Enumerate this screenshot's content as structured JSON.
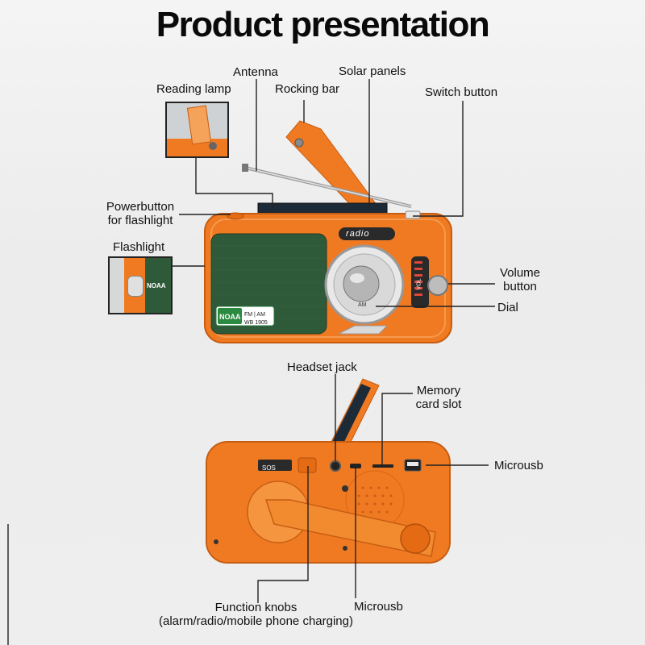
{
  "title": "Product presentation",
  "labels": {
    "antenna": "Antenna",
    "solar_panels": "Solar panels",
    "reading_lamp": "Reading lamp",
    "rocking_bar": "Rocking bar",
    "switch_button": "Switch button",
    "powerbutton_line1": "Powerbutton",
    "powerbutton_line2": "for flashlight",
    "flashlight": "Flashlight",
    "volume_line1": "Volume",
    "volume_line2": "button",
    "dial": "Dial",
    "headset_jack": "Headset jack",
    "memory_line1": "Memory",
    "memory_line2": "card slot",
    "microusb_right": "Microusb",
    "microusb_bottom": "Microusb",
    "function_line1": "Function knobs",
    "function_line2": "(alarm/radio/mobile phone charging)"
  },
  "device_text": {
    "radio_badge": "radio",
    "noaa": "NOAA",
    "fm_am": "FM | AM",
    "wb": "WB 1905",
    "vol": "VOL",
    "am": "AM",
    "sos": "SOS"
  },
  "colors": {
    "body_orange": "#f07a22",
    "grille_green": "#2f5a3a",
    "frame_dark": "#222222"
  }
}
